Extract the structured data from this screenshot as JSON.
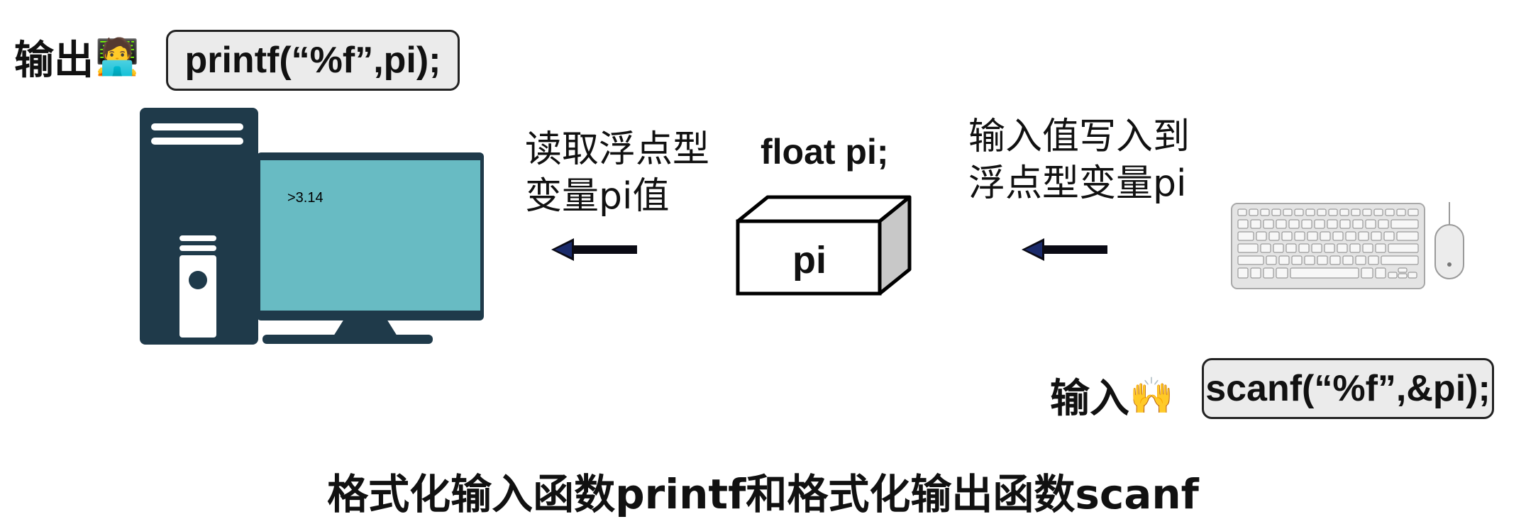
{
  "output_label": "输出",
  "output_emoji": "🧑‍💻",
  "printf_code": "printf(“%f”,pi);",
  "screen_text": ">3.14",
  "read_note": [
    "读取浮点型",
    "变量pi值"
  ],
  "float_decl": "float pi;",
  "box_label": "pi",
  "write_note": [
    "输入值写入到",
    "浮点型变量pi"
  ],
  "input_label": "输入",
  "input_emoji": "🙌",
  "scanf_code": "scanf(“%f”,&pi);",
  "title": "格式化输入函数printf和格式化输出函数scanf",
  "colors": {
    "computer_dark": "#1f3a4a",
    "screen": "#68bbc3",
    "arrow": "#0a0a14",
    "codebox_bg": "#ebebeb"
  }
}
